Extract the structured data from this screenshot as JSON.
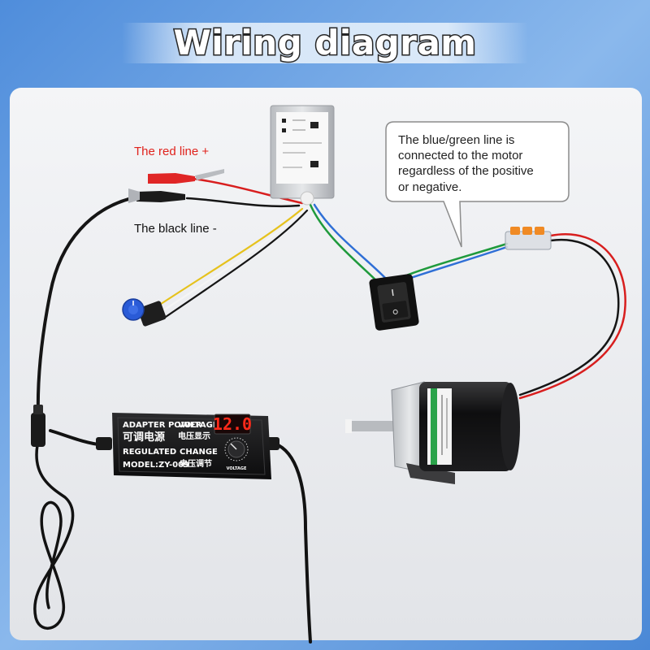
{
  "title": "Wiring diagram",
  "labels": {
    "red_line": "The red line +",
    "black_line": "The black line -"
  },
  "callout": {
    "lines": [
      "The blue/green line is",
      "connected to the motor",
      "regardless of the positive",
      "or negative."
    ]
  },
  "adapter": {
    "brand": "ADAPTER POWER",
    "brand_cn": "可调电源",
    "regulated": "REGULATED",
    "model": "MODEL:ZY-009",
    "voltage_label": "VOLTAGE",
    "voltage_label_cn": "电压显示",
    "change_label": "CHANGE",
    "change_label_cn": "电压调节",
    "display_value": "12.0",
    "knob_label": "VOLTAGE"
  },
  "colors": {
    "background": "#6aa3e4",
    "photo_area": "#eef0f3",
    "red_label": "#e0221c",
    "red_wire": "#d81e1e",
    "black_wire": "#151515",
    "green_wire": "#1f9a3c",
    "blue_wire": "#2f6fd6",
    "yellow_wire": "#e6c21d",
    "display_digits": "#ff2a1a"
  }
}
